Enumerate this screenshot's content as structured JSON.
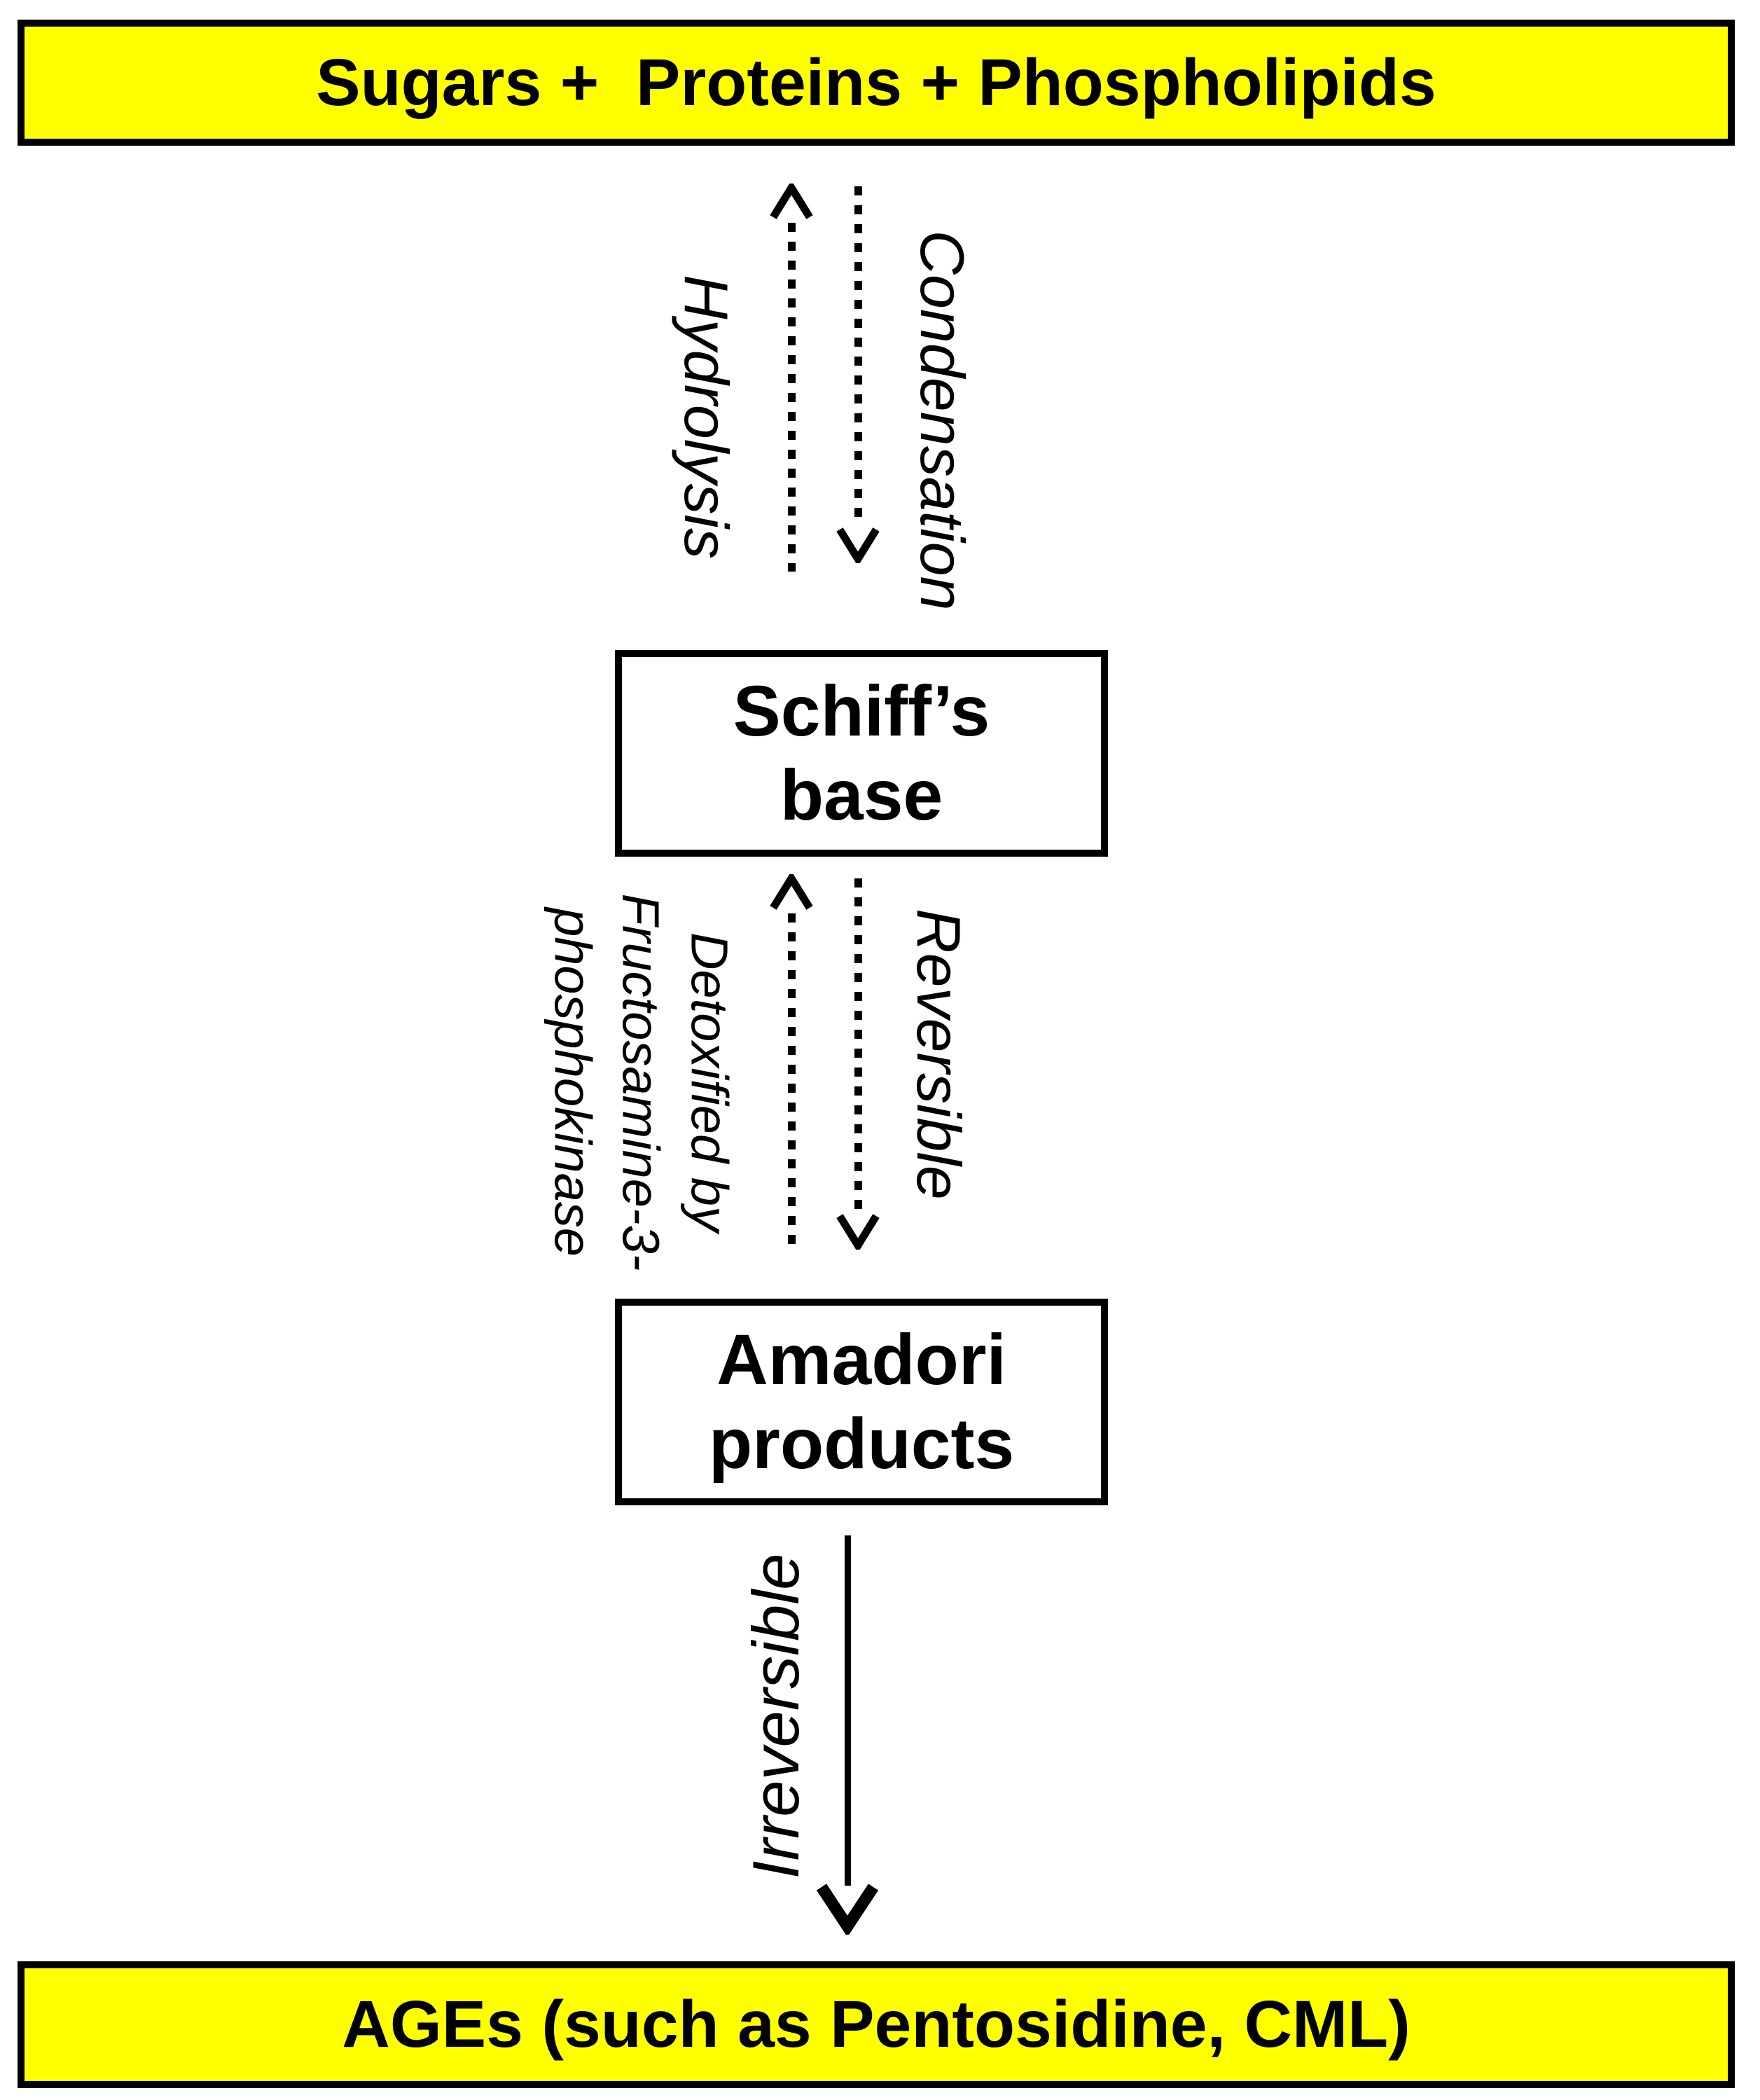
{
  "diagram": {
    "nodes": {
      "reactants": {
        "label": "Sugars +  Proteins + Phospholipids",
        "fill": "#ffff00"
      },
      "schiff_base": {
        "label": "Schiff’s\nbase",
        "fill": "#ffffff"
      },
      "amadori_products": {
        "label": "Amadori\nproducts",
        "fill": "#ffffff"
      },
      "ages": {
        "label": "AGEs (such as Pentosidine, CML)",
        "fill": "#ffff00"
      }
    },
    "edges": {
      "condensation": {
        "label": "Condensation",
        "from": "reactants",
        "to": "schiff_base",
        "style": "dotted",
        "direction": "down"
      },
      "hydrolysis": {
        "label": "Hydrolysis",
        "from": "schiff_base",
        "to": "reactants",
        "style": "dotted",
        "direction": "up"
      },
      "reversible": {
        "label": "Reversible",
        "from": "schiff_base",
        "to": "amadori_products",
        "style": "dotted",
        "direction": "down"
      },
      "detoxified": {
        "label": "Detoxified by\nFructosamine-3-\nphosphokinase",
        "from": "amadori_products",
        "to": "schiff_base",
        "style": "dotted",
        "direction": "up"
      },
      "irreversible": {
        "label": "Irreversible",
        "from": "amadori_products",
        "to": "ages",
        "style": "solid",
        "direction": "down"
      }
    },
    "colors": {
      "highlight_fill": "#ffff00",
      "stroke": "#000000",
      "text": "#000000",
      "background": "#ffffff"
    }
  }
}
